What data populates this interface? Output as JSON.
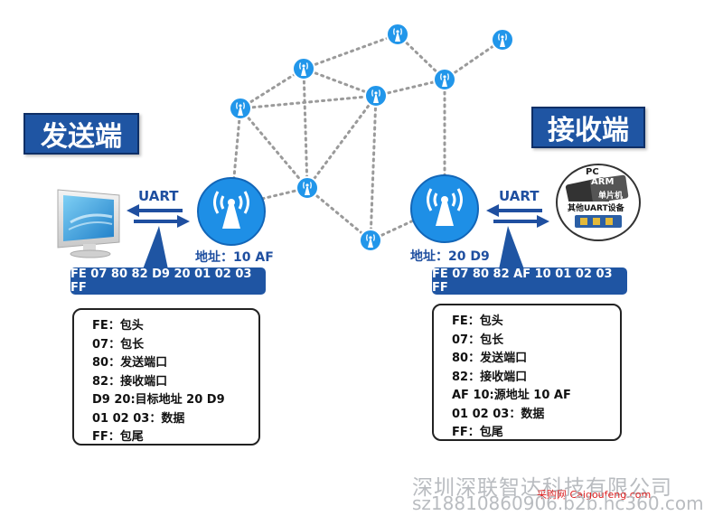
{
  "sender": {
    "title": "发送端",
    "uart": "UART",
    "address": "地址：10 AF",
    "hex": "FE 07 80 82 D9 20 01 02 03 FF",
    "lines": [
      "FE：包头",
      "07：包长",
      "80：发送端口",
      "82：接收端口",
      "D9 20:目标地址 20 D9",
      "01 02 03：数据",
      "FF：包尾"
    ]
  },
  "receiver": {
    "title": "接收端",
    "uart": "UART",
    "address": "地址：20 D9",
    "hex": "FE 07 80 82 AF 10 01 02 03 FF",
    "lines": [
      "FE：包头",
      "07：包长",
      "80：发送端口",
      "82：接收端口",
      "AF 10:源地址 10 AF",
      "01 02 03：数据",
      "FF：包尾"
    ]
  },
  "device": {
    "pc": "PC",
    "arm": "ARM",
    "mcu": "单片机",
    "other": "其他UART设备"
  },
  "watermark": {
    "company": "深圳深联智达科技有限公司",
    "red": "采购网 Caigoufeng.com",
    "url": "sz18810860906.b2b.hc360.com"
  },
  "colors": {
    "primary": "#1f55a3",
    "node": "#1e90e8",
    "arrow": "#1f4fa0",
    "mesh": "#999999"
  }
}
